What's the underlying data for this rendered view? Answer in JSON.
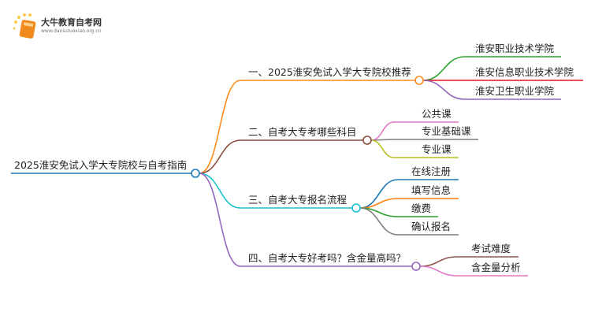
{
  "logo": {
    "name": "大牛教育自考网",
    "url": "www.daniuzuoxiao.org.cn"
  },
  "root": {
    "label": "2025淮安免试入学大专院校与自考指南",
    "color": "#1f77b4"
  },
  "branches": [
    {
      "label": "一、2025淮安免试入学大专院校推荐",
      "color": "#ff8c1a",
      "children": [
        {
          "label": "淮安职业技术学院",
          "color": "#2ca02c"
        },
        {
          "label": "淮安信息职业技术学院",
          "color": "#e8141c"
        },
        {
          "label": "淮安卫生职业学院",
          "color": "#9467bd"
        }
      ]
    },
    {
      "label": "二、自考大专考哪些科目",
      "color": "#8c4a3c",
      "children": [
        {
          "label": "公共课",
          "color": "#e377c2"
        },
        {
          "label": "专业基础课",
          "color": "#7f7f7f"
        },
        {
          "label": "专业课",
          "color": "#bcbd22"
        }
      ]
    },
    {
      "label": "三、自考大专报名流程",
      "color": "#17becf",
      "children": [
        {
          "label": "在线注册",
          "color": "#1f77b4"
        },
        {
          "label": "填写信息",
          "color": "#ff7f0e"
        },
        {
          "label": "缴费",
          "color": "#2ca02c"
        },
        {
          "label": "确认报名",
          "color": "#7f7f7f"
        }
      ]
    },
    {
      "label": "四、自考大专好考吗？含金量高吗？",
      "color": "#9467bd",
      "children": [
        {
          "label": "考试难度",
          "color": "#8c564b"
        },
        {
          "label": "含金量分析",
          "color": "#e377c2"
        }
      ]
    }
  ]
}
